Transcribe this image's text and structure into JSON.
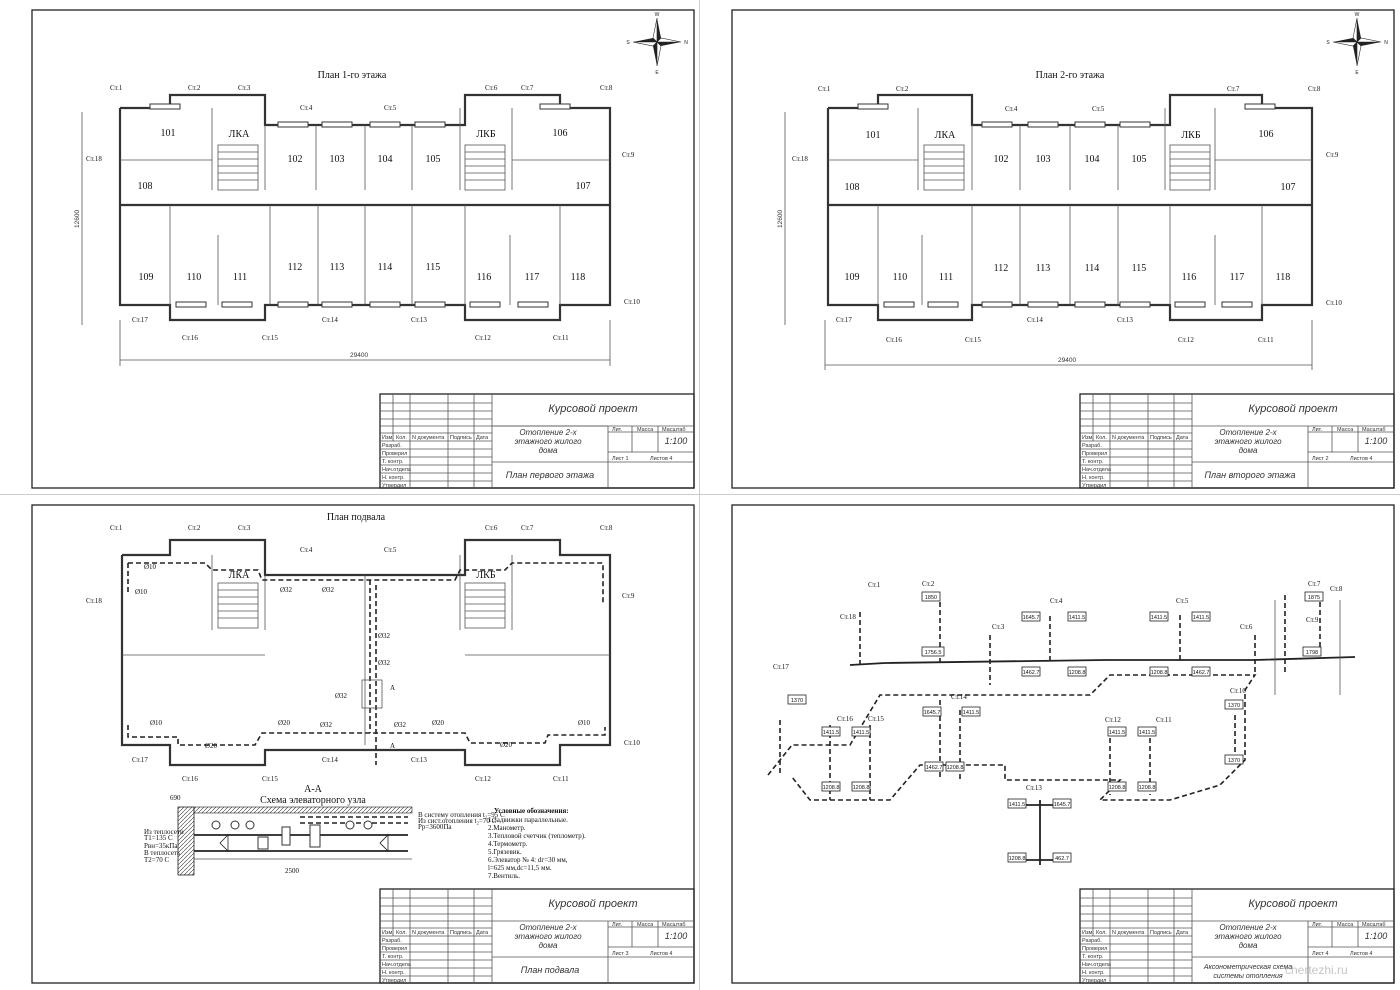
{
  "sheets": [
    {
      "id": "sheet1",
      "plan_title": "План 1-го этажа",
      "room_numbers": [
        "101",
        "108",
        "ЛКА",
        "102",
        "103",
        "104",
        "105",
        "ЛКБ",
        "106",
        "107",
        "109",
        "110",
        "111",
        "112",
        "113",
        "114",
        "115",
        "116",
        "117",
        "118"
      ],
      "lka": "ЛКА",
      "lkb": "ЛКБ",
      "dim_width": "29400",
      "dim_height": "12600",
      "risers": [
        "Ст.1",
        "Ст.2",
        "Ст.3",
        "Ст.4",
        "Ст.5",
        "Ст.6",
        "Ст.7",
        "Ст.8",
        "Ст.9",
        "Ст.10",
        "Ст.11",
        "Ст.12",
        "Ст.13",
        "Ст.14",
        "Ст.15",
        "Ст.16",
        "Ст.17",
        "Ст.18"
      ],
      "title_block": {
        "project": "Курсовой проект",
        "name": "Отопление 2-х этажного жилого дома",
        "sheet_name": "План первого этажа",
        "scale": "1:100",
        "sheet_no": "Лист 1",
        "sheets_total": "Листов 4"
      }
    },
    {
      "id": "sheet2",
      "plan_title": "План 2-го этажа",
      "dim_width": "29400",
      "dim_height": "12600",
      "risers": [
        "Ст.1",
        "Ст.2",
        "Ст.4",
        "Ст.5",
        "Ст.7",
        "Ст.8",
        "Ст.9",
        "Ст.10",
        "Ст.11",
        "Ст.12",
        "Ст.13",
        "Ст.14",
        "Ст.15",
        "Ст.16",
        "Ст.17",
        "Ст.18"
      ],
      "title_block": {
        "project": "Курсовой проект",
        "name": "Отопление 2-х этажного жилого дома",
        "sheet_name": "План второго этажа",
        "scale": "1:100",
        "sheet_no": "Лист 2",
        "sheets_total": "Листов 4"
      }
    },
    {
      "id": "sheet3",
      "plan_title": "План подвала",
      "section_title": "А-А",
      "elevator_title": "Схема элеваторного узла",
      "legend_title": "Условные обозначения:",
      "legend_items": [
        "1.Задвижки параллельные.",
        "2.Манометр.",
        "3.Тепловой счетчик (теплометр).",
        "4.Термометр.",
        "5.Грязевик.",
        "6.Элеватор № 4: dг=30 мм,",
        "l=625 мм,dc=11,5 мм.",
        "7.Вентиль."
      ],
      "elevator_notes": [
        "Из теплосети",
        "Т1=135 С",
        "Рвн=35кПа",
        "В теплосеть",
        "Т2=70 С",
        "В систему отопления t₁=95 С",
        "Из сист.отопления t₂=70 С",
        "Рр=3600Па"
      ],
      "dims": [
        "690",
        "2500"
      ],
      "pipe_marks": [
        "Ø10",
        "Ø20",
        "Ø32",
        "Ø25"
      ],
      "section_mark": "А",
      "title_block": {
        "project": "Курсовой проект",
        "name": "Отопление 2-х этажного жилого дома",
        "sheet_name": "План подвала",
        "scale": "1:100",
        "sheet_no": "Лист 3",
        "sheets_total": "Листов 4"
      }
    },
    {
      "id": "sheet4",
      "risers": [
        "Ст.1",
        "Ст.2",
        "Ст.3",
        "Ст.4",
        "Ст.5",
        "Ст.6",
        "Ст.7",
        "Ст.8",
        "Ст.9",
        "Ст.10",
        "Ст.11",
        "Ст.12",
        "Ст.13",
        "Ст.14",
        "Ст.15",
        "Ст.16",
        "Ст.17",
        "Ст.18"
      ],
      "boxes": [
        "1850",
        "1645.7",
        "1411.5",
        "1756.5",
        "1462.7",
        "1208.8",
        "1411.5",
        "1411.5",
        "1208.8",
        "1462.7",
        "1875",
        "1798",
        "1370",
        "1645.7",
        "1411.5",
        "1370",
        "1411.5",
        "1411.5",
        "1462.7",
        "1208.8",
        "1208.8",
        "1208.8",
        "1411.5",
        "1411.5",
        "1208.8",
        "1208.8",
        "1370",
        "1411.5",
        "1645.7",
        "1208.8",
        "462.7"
      ],
      "title_block": {
        "project": "Курсовой проект",
        "name": "Отопление 2-х этажного жилого дома",
        "sheet_name": "Аксонометрическая схема системы отопления",
        "scale": "1:100",
        "sheet_no": "Лист 4",
        "sheets_total": "Листов 4"
      }
    }
  ],
  "title_block_labels": {
    "izm": "Изм.",
    "kol": "Кол.",
    "ndoc": "N документа",
    "sign": "Подпись",
    "date": "Дата",
    "lit": "Лит.",
    "mass": "Масса",
    "scale": "Масштаб",
    "razrab": "Разраб.",
    "prover": "Проверил",
    "tkontr": "Т. контр.",
    "nachotd": "Нач.отдела",
    "nkontr": "Н. контр.",
    "utverd": "Утвердил"
  },
  "compass": {
    "n": "N",
    "s": "S",
    "e": "E",
    "w": "W"
  },
  "watermark": "chertezhi.ru"
}
